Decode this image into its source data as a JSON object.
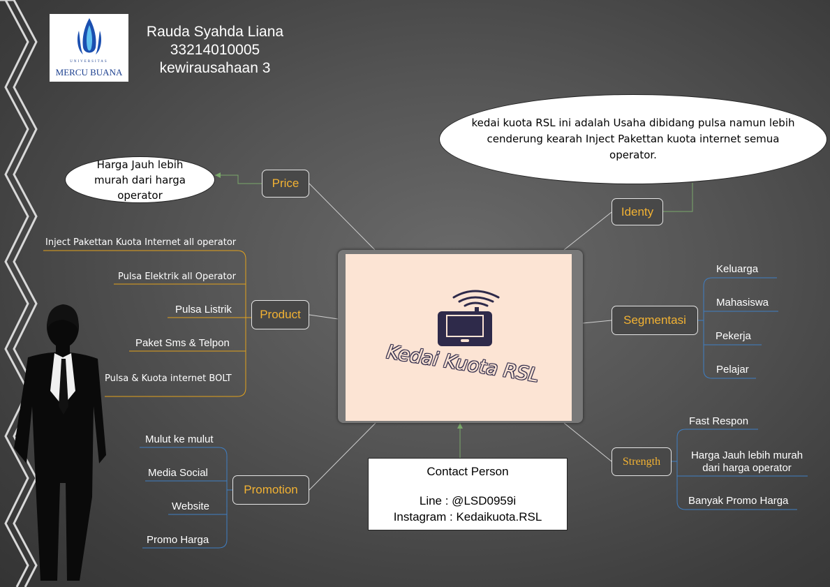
{
  "author": {
    "name": "Rauda Syahda Liana",
    "id": "33214010005",
    "course": "kewirausahaan 3"
  },
  "logo": {
    "univ_small": "UNIVERSITAS",
    "univ_name": "MERCU BUANA"
  },
  "center": {
    "brand": "Kedai Kuota RSL",
    "icon": "wifi-tablet-icon"
  },
  "identy": {
    "label": "Identy",
    "description": "kedai kuota RSL ini adalah Usaha dibidang pulsa namun lebih cenderung kearah Inject Pakettan kuota internet semua operator."
  },
  "price": {
    "label": "Price",
    "note": "Harga Jauh lebih murah dari harga operator"
  },
  "product": {
    "label": "Product",
    "items": [
      "Inject Pakettan Kuota Internet all operator",
      "Pulsa Elektrik all Operator",
      "Pulsa Listrik",
      "Paket Sms & Telpon",
      "Pulsa & Kuota internet BOLT"
    ]
  },
  "segmentasi": {
    "label": "Segmentasi",
    "items": [
      "Keluarga",
      "Mahasiswa",
      "Pekerja",
      "Pelajar"
    ]
  },
  "strength": {
    "label": "Strength",
    "items": [
      "Fast Respon",
      "Harga Jauh lebih murah dari harga operator",
      "Banyak Promo Harga"
    ]
  },
  "promotion": {
    "label": "Promotion",
    "items": [
      "Mulut ke mulut",
      "Media Social",
      "Website",
      "Promo Harga"
    ]
  },
  "contact": {
    "title": "Contact Person",
    "line": "Line : @LSD0959i",
    "instagram": "Instagram : Kedaikuota.RSL"
  },
  "colors": {
    "node_text": "#f2b233",
    "product_branch": "#e3a21c",
    "blue_branch": "#3f7fc4",
    "green_link": "#7aa86a",
    "center_bg": "#fce4d4"
  }
}
